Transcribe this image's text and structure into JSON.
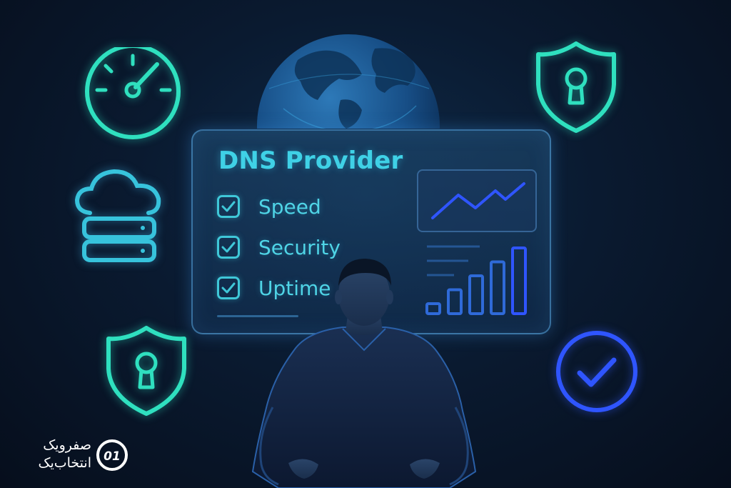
{
  "panel": {
    "title": "DNS Provider",
    "items": [
      {
        "label": "Speed"
      },
      {
        "label": "Security"
      },
      {
        "label": "Uptime"
      }
    ]
  },
  "chart_data": {
    "type": "bar",
    "values": [
      1,
      2,
      3,
      4,
      5
    ]
  },
  "brand": {
    "line1": "صفرویک",
    "line2": "انتخاب‌یک",
    "logo_text": "01"
  },
  "icons": {
    "speedometer": "speedometer-icon",
    "globe": "globe-icon",
    "shield_top": "shield-keyhole-icon",
    "cloud_server": "cloud-server-icon",
    "shield_bottom": "shield-keyhole-icon",
    "check_circle": "check-circle-icon"
  },
  "colors": {
    "teal": "#2fe0bf",
    "cyan": "#3fc7d8",
    "blue": "#2f55ff",
    "background": "#0a1a30"
  }
}
